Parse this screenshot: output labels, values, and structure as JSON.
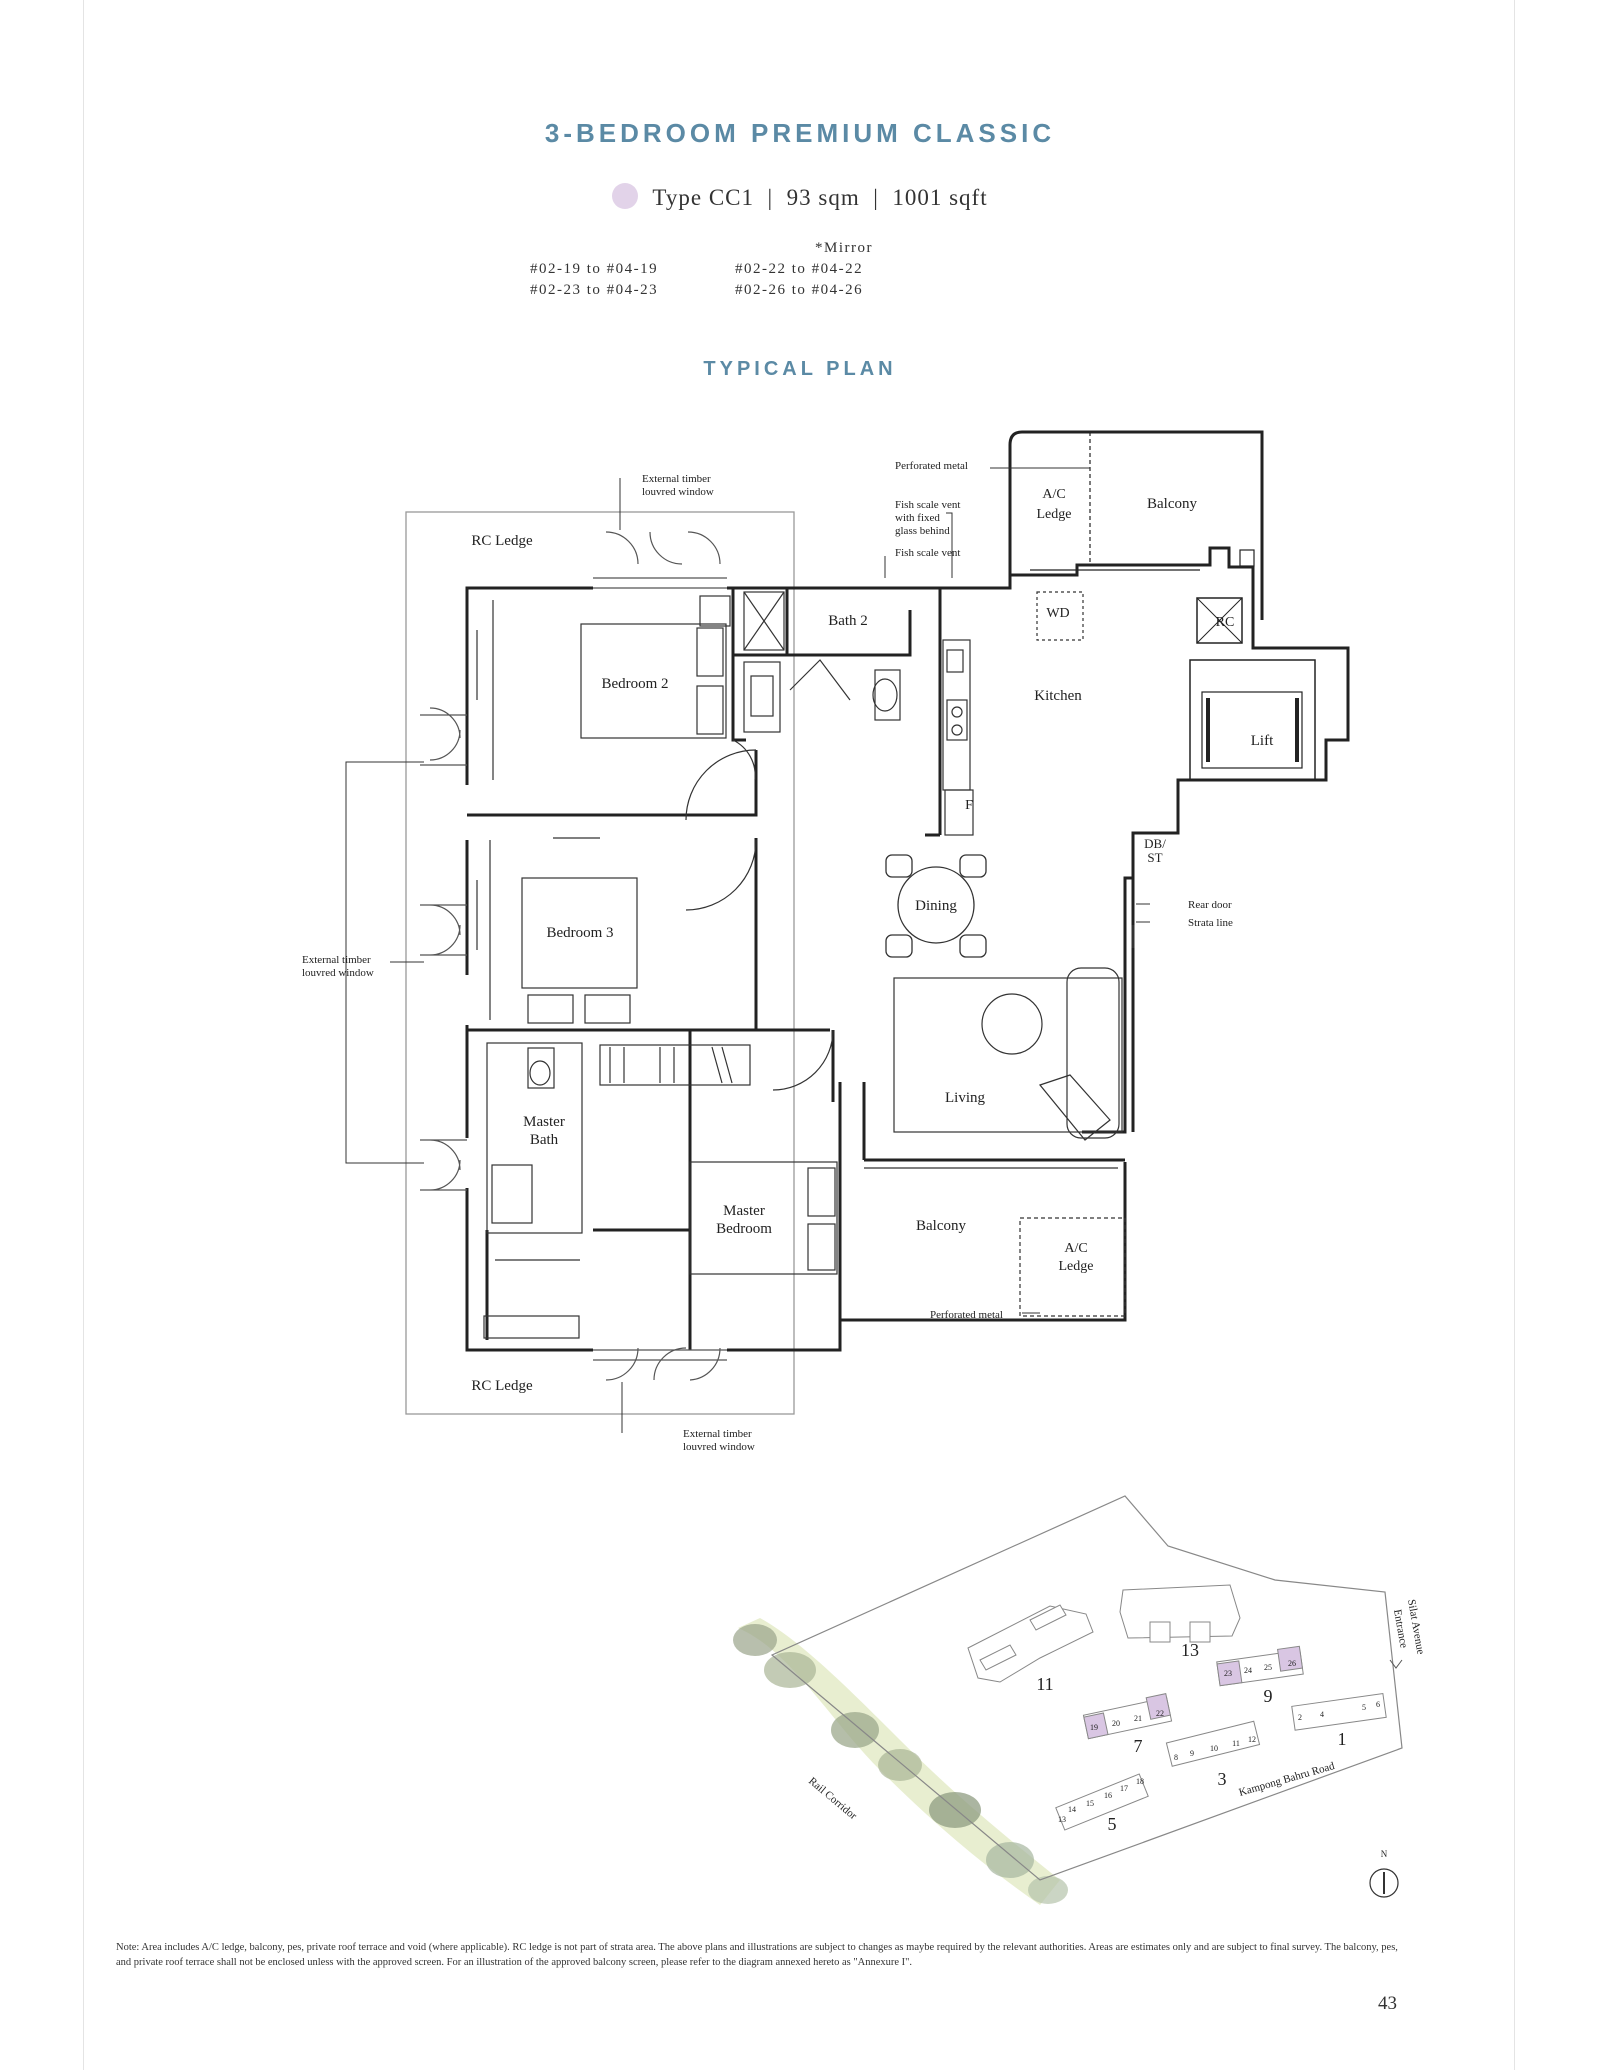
{
  "header": {
    "title": "3-BEDROOM PREMIUM CLASSIC",
    "type_label": "Type CC1",
    "area_sqm": "93 sqm",
    "area_sqft": "1001 sqft",
    "swatch_color": "#e2d3e9"
  },
  "units": {
    "left": [
      "#02-19 to #04-19",
      "#02-23 to #04-23"
    ],
    "mirror_label": "*Mirror",
    "right": [
      "#02-22 to #04-22",
      "#02-26 to #04-26"
    ]
  },
  "plan": {
    "subtitle": "TYPICAL PLAN",
    "rooms": {
      "bedroom2": "Bedroom 2",
      "bath2": "Bath 2",
      "kitchen": "Kitchen",
      "wd": "WD",
      "lift": "Lift",
      "rc": "RC",
      "f": "F",
      "dbst": [
        "DB/",
        "ST"
      ],
      "dining": "Dining",
      "bedroom3": "Bedroom 3",
      "master_bath": [
        "Master",
        "Bath"
      ],
      "master_bedroom": [
        "Master",
        "Bedroom"
      ],
      "living": "Living",
      "balcony_top": "Balcony",
      "ac_ledge_top": [
        "A/C",
        "Ledge"
      ],
      "balcony_bottom": "Balcony",
      "ac_ledge_bottom": [
        "A/C",
        "Ledge"
      ],
      "rc_ledge_top": "RC Ledge",
      "rc_ledge_bottom": "RC Ledge"
    },
    "callouts": {
      "ext_window_top": [
        "External timber",
        "louvred window"
      ],
      "ext_window_left": [
        "External timber",
        "louvred window"
      ],
      "ext_window_bottom": [
        "External timber",
        "louvred window"
      ],
      "perforated_top": "Perforated metal",
      "fish_scale_fixed": [
        "Fish scale vent",
        "with fixed",
        "glass behind"
      ],
      "fish_scale": "Fish scale vent",
      "rear_door": "Rear door",
      "strata_line": "Strata line",
      "perforated_bottom": "Perforated metal"
    }
  },
  "site_plan": {
    "blocks": [
      {
        "label": "1"
      },
      {
        "label": "3"
      },
      {
        "label": "5"
      },
      {
        "label": "7"
      },
      {
        "label": "9"
      },
      {
        "label": "11"
      },
      {
        "label": "13"
      }
    ],
    "highlight_units": [
      "19",
      "20",
      "21",
      "22",
      "23",
      "24",
      "25",
      "26"
    ],
    "other_units": [
      "2",
      "4",
      "5",
      "6",
      "8",
      "9",
      "10",
      "11",
      "12",
      "13",
      "14",
      "15",
      "16",
      "17",
      "18"
    ],
    "roads": {
      "kampong": "Kampong Bahru Road",
      "silat": [
        "Silat Avenue",
        "Entrance"
      ],
      "rail": "Rail Corridor"
    },
    "north": "N",
    "highlight_color": "#d9c6e3"
  },
  "footer": {
    "note": "Note: Area includes A/C ledge, balcony, pes, private roof terrace and void (where applicable). RC ledge is not part of strata area. The above plans and illustrations are subject to changes as maybe required by the relevant authorities. Areas are estimates only and are subject to final survey. The balcony, pes, and private roof terrace shall not be enclosed unless with the approved screen. For an illustration of the approved balcony screen, please refer to the diagram annexed hereto as \"Annexure I\".",
    "page_number": "43"
  }
}
